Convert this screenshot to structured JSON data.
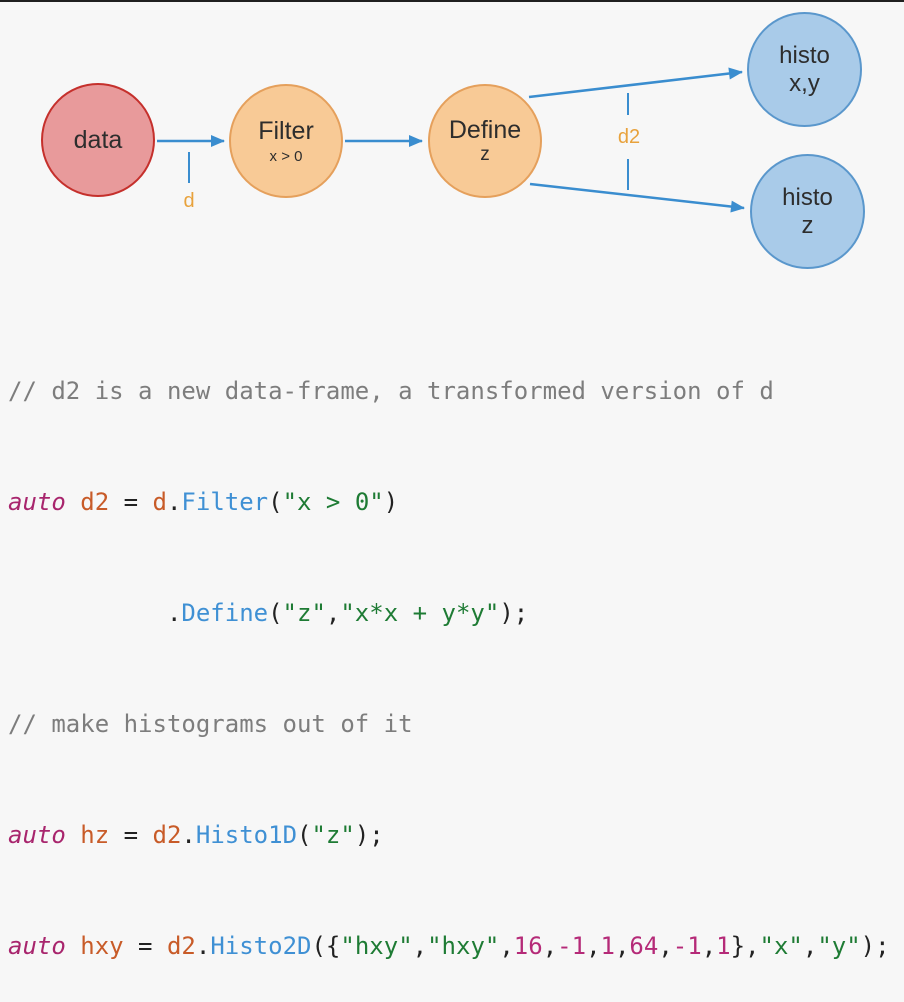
{
  "page": {
    "background": "#f7f7f7",
    "top_border_color": "#202020"
  },
  "diagram": {
    "arrow_color": "#3a8dcf",
    "edge_label_color": "#e8a23c",
    "nodes": [
      {
        "id": "data",
        "label": "data",
        "sublabel": "",
        "fill": "#e89a9b",
        "border": "#c5302c"
      },
      {
        "id": "filter",
        "label": "Filter",
        "sublabel": "x > 0",
        "fill": "#f8ca96",
        "border": "#e5a05c"
      },
      {
        "id": "define",
        "label": "Define",
        "sublabel": "z",
        "fill": "#f8ca96",
        "border": "#e5a05c"
      },
      {
        "id": "histo-xy",
        "label": "histo",
        "sublabel": "x,y",
        "fill": "#a9cbe9",
        "border": "#5a97cc"
      },
      {
        "id": "histo-z",
        "label": "histo",
        "sublabel": "z",
        "fill": "#a9cbe9",
        "border": "#5a97cc"
      }
    ],
    "edge_labels": [
      {
        "id": "d",
        "text": "d"
      },
      {
        "id": "d2",
        "text": "d2"
      }
    ]
  },
  "code": {
    "lines": [
      {
        "tokens": [
          {
            "cls": "t-cm",
            "text": "// d2 is a new data-frame, a transformed version of d"
          }
        ]
      },
      {
        "tokens": [
          {
            "cls": "t-kw",
            "text": "auto"
          },
          {
            "cls": "t-pl",
            "text": " "
          },
          {
            "cls": "t-var",
            "text": "d2"
          },
          {
            "cls": "t-pl",
            "text": " = "
          },
          {
            "cls": "t-var",
            "text": "d"
          },
          {
            "cls": "t-pl",
            "text": "."
          },
          {
            "cls": "t-fn",
            "text": "Filter"
          },
          {
            "cls": "t-pl",
            "text": "("
          },
          {
            "cls": "t-str",
            "text": "\"x > 0\""
          },
          {
            "cls": "t-pl",
            "text": ")"
          }
        ]
      },
      {
        "tokens": [
          {
            "cls": "t-pl",
            "text": "           ."
          },
          {
            "cls": "t-fn",
            "text": "Define"
          },
          {
            "cls": "t-pl",
            "text": "("
          },
          {
            "cls": "t-str",
            "text": "\"z\""
          },
          {
            "cls": "t-pl",
            "text": ","
          },
          {
            "cls": "t-str",
            "text": "\"x*x + y*y\""
          },
          {
            "cls": "t-pl",
            "text": ");"
          }
        ]
      },
      {
        "tokens": [
          {
            "cls": "t-cm",
            "text": "// make histograms out of it"
          }
        ]
      },
      {
        "tokens": [
          {
            "cls": "t-kw",
            "text": "auto"
          },
          {
            "cls": "t-pl",
            "text": " "
          },
          {
            "cls": "t-var",
            "text": "hz"
          },
          {
            "cls": "t-pl",
            "text": " = "
          },
          {
            "cls": "t-var",
            "text": "d2"
          },
          {
            "cls": "t-pl",
            "text": "."
          },
          {
            "cls": "t-fn",
            "text": "Histo1D"
          },
          {
            "cls": "t-pl",
            "text": "("
          },
          {
            "cls": "t-str",
            "text": "\"z\""
          },
          {
            "cls": "t-pl",
            "text": ");"
          }
        ]
      },
      {
        "tokens": [
          {
            "cls": "t-kw",
            "text": "auto"
          },
          {
            "cls": "t-pl",
            "text": " "
          },
          {
            "cls": "t-var",
            "text": "hxy"
          },
          {
            "cls": "t-pl",
            "text": " = "
          },
          {
            "cls": "t-var",
            "text": "d2"
          },
          {
            "cls": "t-pl",
            "text": "."
          },
          {
            "cls": "t-fn",
            "text": "Histo2D"
          },
          {
            "cls": "t-pl",
            "text": "({"
          },
          {
            "cls": "t-str",
            "text": "\"hxy\""
          },
          {
            "cls": "t-pl",
            "text": ","
          },
          {
            "cls": "t-str",
            "text": "\"hxy\""
          },
          {
            "cls": "t-pl",
            "text": ","
          },
          {
            "cls": "t-num",
            "text": "16"
          },
          {
            "cls": "t-pl",
            "text": ","
          },
          {
            "cls": "t-num",
            "text": "-1"
          },
          {
            "cls": "t-pl",
            "text": ","
          },
          {
            "cls": "t-num",
            "text": "1"
          },
          {
            "cls": "t-pl",
            "text": ","
          },
          {
            "cls": "t-num",
            "text": "64"
          },
          {
            "cls": "t-pl",
            "text": ","
          },
          {
            "cls": "t-num",
            "text": "-1"
          },
          {
            "cls": "t-pl",
            "text": ","
          },
          {
            "cls": "t-num",
            "text": "1"
          },
          {
            "cls": "t-pl",
            "text": "},"
          },
          {
            "cls": "t-str",
            "text": "\"x\""
          },
          {
            "cls": "t-pl",
            "text": ","
          },
          {
            "cls": "t-str",
            "text": "\"y\""
          },
          {
            "cls": "t-pl",
            "text": ");"
          }
        ]
      }
    ]
  }
}
